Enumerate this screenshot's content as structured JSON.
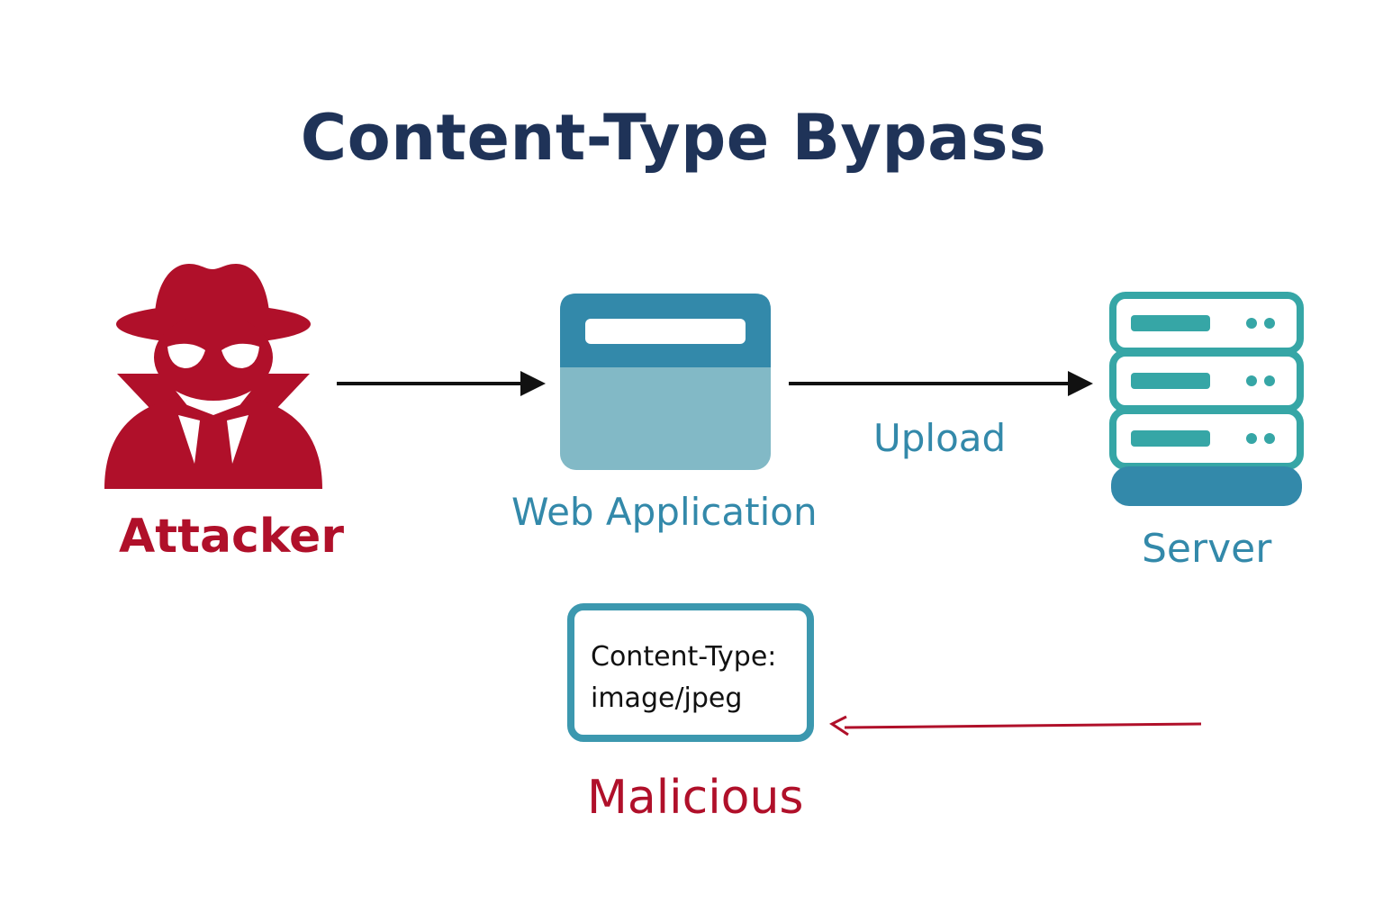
{
  "title": "Content-Type Bypass",
  "nodes": {
    "attacker": {
      "label": "Attacker",
      "icon": "spy-icon",
      "color": "#b0102a"
    },
    "web_application": {
      "label": "Web Application",
      "icon": "browser-window-icon",
      "color": "#3389aa"
    },
    "server": {
      "label": "Server",
      "icon": "server-stack-icon",
      "color": "#36a6a6"
    }
  },
  "edges": {
    "upload": {
      "label": "Upload"
    }
  },
  "header_box": {
    "line1": "Content-Type:",
    "line2": "image/jpeg"
  },
  "malicious": {
    "label": "Malicious",
    "color": "#b0102a"
  }
}
